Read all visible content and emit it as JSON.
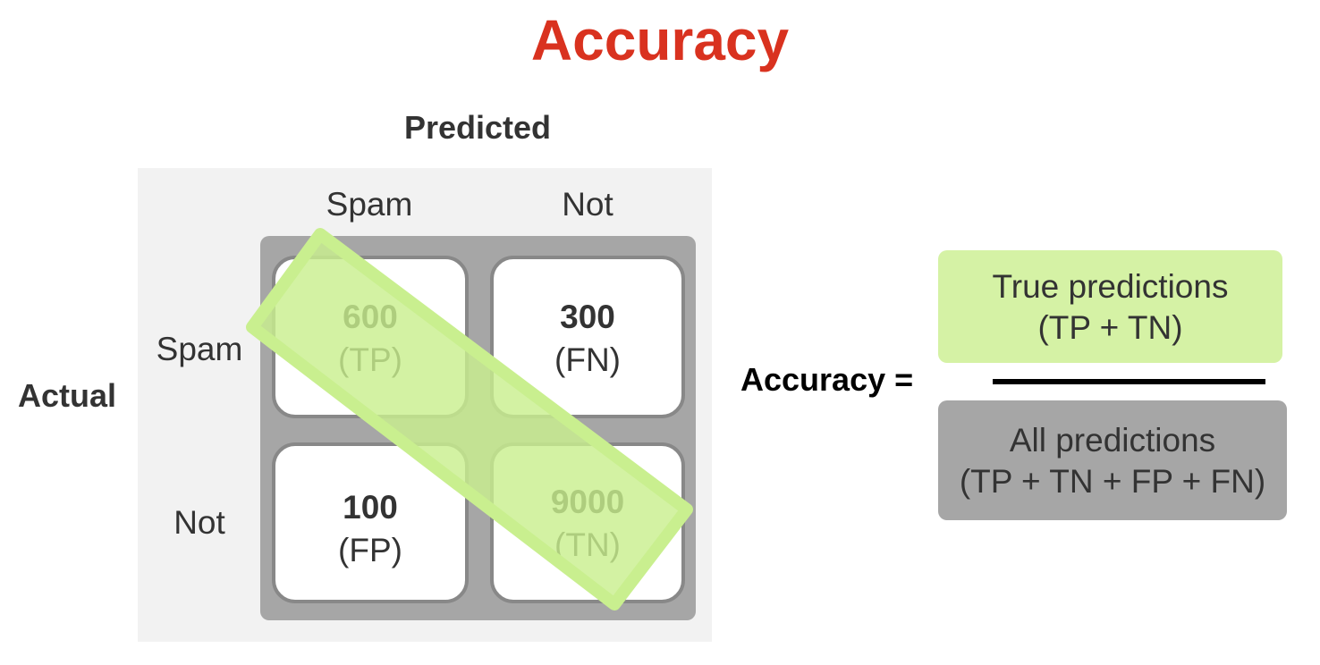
{
  "title": "Accuracy",
  "matrix": {
    "predicted_label": "Predicted",
    "actual_label": "Actual",
    "columns": [
      "Spam",
      "Not"
    ],
    "rows": [
      "Spam",
      "Not"
    ],
    "cells": [
      [
        {
          "value": "600",
          "abbr": "(TP)"
        },
        {
          "value": "300",
          "abbr": "(FN)"
        }
      ],
      [
        {
          "value": "100",
          "abbr": "(FP)"
        },
        {
          "value": "9000",
          "abbr": "(TN)"
        }
      ]
    ]
  },
  "formula": {
    "lhs": "Accuracy =",
    "numerator": [
      "True predictions",
      "(TP + TN)"
    ],
    "denominator": [
      "All predictions",
      "(TP + TN + FP + FN)"
    ]
  },
  "colors": {
    "title": "#d9321f",
    "highlight": "#c9ef8f",
    "numerator_bg": "#d5f2a5",
    "denominator_bg": "#a6a6a6"
  }
}
